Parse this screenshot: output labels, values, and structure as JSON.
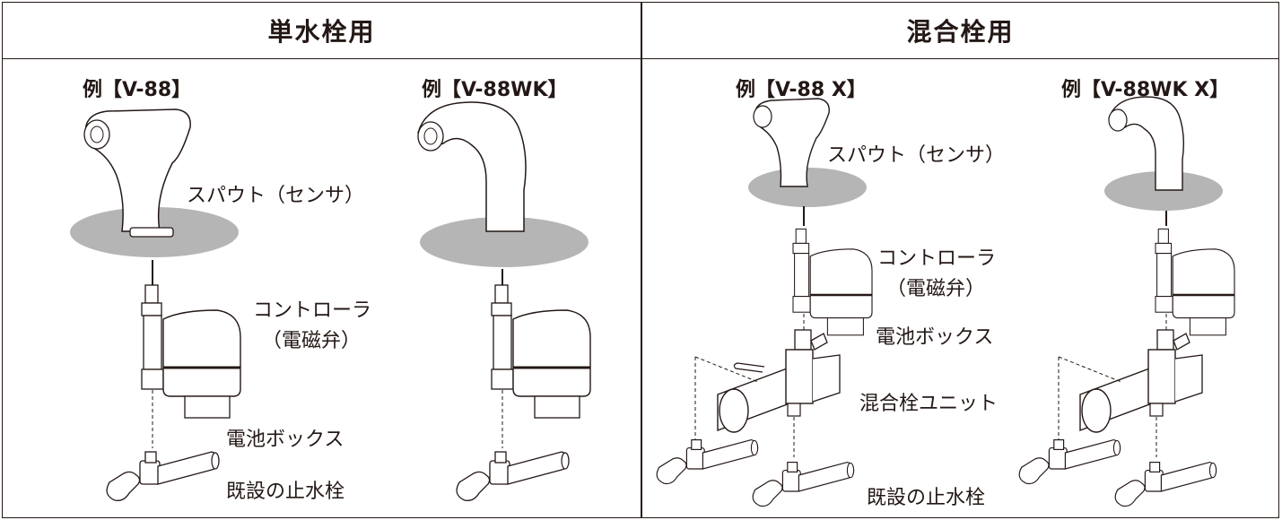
{
  "headers": {
    "single": "単水栓用",
    "mixing": "混合栓用"
  },
  "models": [
    "例【V-88】",
    "例【V-88WK】",
    "例【V-88 X】",
    "例【V-88WK X】"
  ],
  "parts": {
    "spout": "スパウト（センサ）",
    "controller_line1": "コントローラ",
    "controller_line2": "（電磁弁）",
    "battery": "電池ボックス",
    "mixing_unit": "混合栓ユニット",
    "stop_valve": "既設の止水栓"
  }
}
